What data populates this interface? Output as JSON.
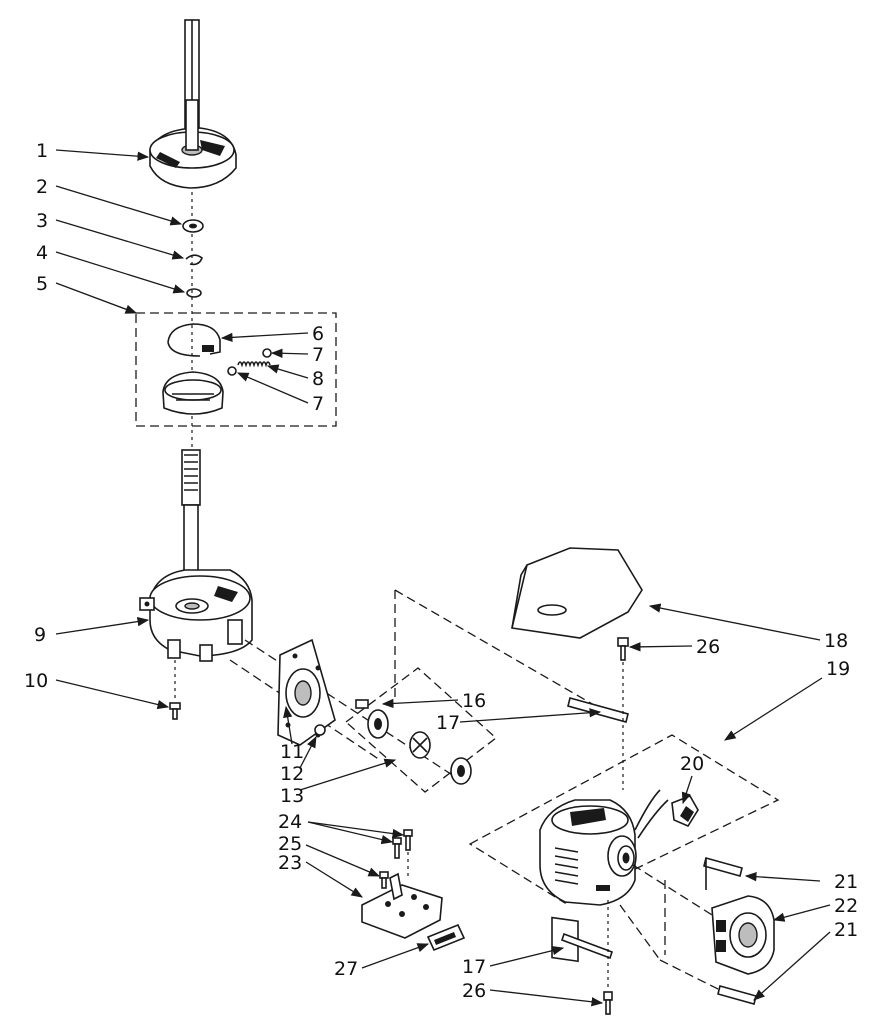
{
  "callouts": [
    {
      "id": "1",
      "text": "1"
    },
    {
      "id": "2",
      "text": "2"
    },
    {
      "id": "3",
      "text": "3"
    },
    {
      "id": "4",
      "text": "4"
    },
    {
      "id": "5",
      "text": "5"
    },
    {
      "id": "6",
      "text": "6"
    },
    {
      "id": "7a",
      "text": "7"
    },
    {
      "id": "8",
      "text": "8"
    },
    {
      "id": "7b",
      "text": "7"
    },
    {
      "id": "9",
      "text": "9"
    },
    {
      "id": "10",
      "text": "10"
    },
    {
      "id": "11",
      "text": "11"
    },
    {
      "id": "12",
      "text": "12"
    },
    {
      "id": "13",
      "text": "13"
    },
    {
      "id": "16",
      "text": "16"
    },
    {
      "id": "17a",
      "text": "17"
    },
    {
      "id": "18",
      "text": "18"
    },
    {
      "id": "19",
      "text": "19"
    },
    {
      "id": "20",
      "text": "20"
    },
    {
      "id": "21a",
      "text": "21"
    },
    {
      "id": "22",
      "text": "22"
    },
    {
      "id": "21b",
      "text": "21"
    },
    {
      "id": "23",
      "text": "23"
    },
    {
      "id": "24",
      "text": "24"
    },
    {
      "id": "25",
      "text": "25"
    },
    {
      "id": "26a",
      "text": "26"
    },
    {
      "id": "27",
      "text": "27"
    },
    {
      "id": "17b",
      "text": "17"
    },
    {
      "id": "26b",
      "text": "26"
    }
  ]
}
